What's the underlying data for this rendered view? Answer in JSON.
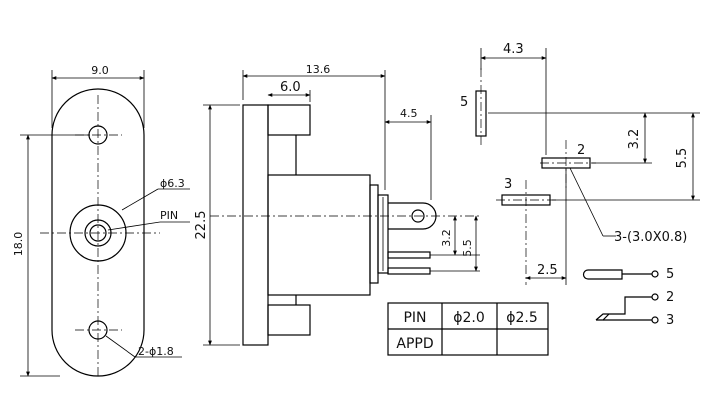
{
  "front_view": {
    "width": "9.0",
    "height": "18.0",
    "center_hole": "ϕ6.3",
    "pin_label": "PIN",
    "mount_holes": "2-ϕ1.8"
  },
  "side_view": {
    "length": "13.6",
    "body": "6.0",
    "pin_offset": "4.5",
    "height": "22.5",
    "pin_h1": "3.2",
    "pin_h2": "5.5"
  },
  "pcb_layout": {
    "width": "4.3",
    "height": "5.5",
    "offset": "3.2",
    "bottom": "2.5",
    "pad_5": "5",
    "pad_2": "2",
    "pad_3": "3",
    "slot_note": "3-(3.0X0.8)"
  },
  "schematic": {
    "pin_5": "5",
    "pin_2": "2",
    "pin_3": "3"
  },
  "table": {
    "header": [
      "PIN",
      "ϕ2.0",
      "ϕ2.5"
    ],
    "row_label": "APPD"
  }
}
